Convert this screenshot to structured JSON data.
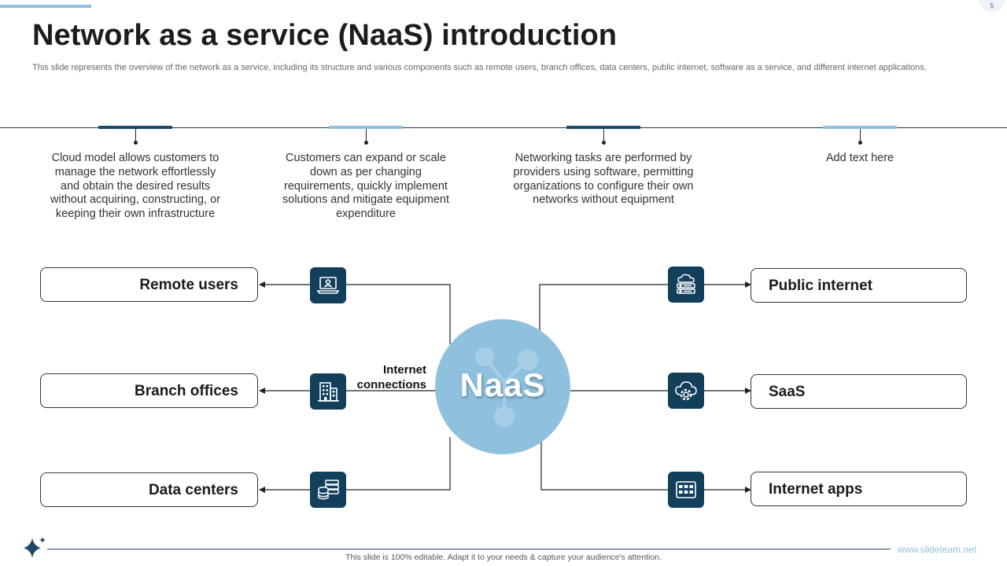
{
  "slide": {
    "page_number": "5",
    "title": "Network as a service (NaaS) introduction",
    "subtitle": "This slide represents the overview of the network as a service, including its structure and various components such as remote users, branch offices, data centers, public internet, software as a service, and different internet applications."
  },
  "timeline": {
    "items": [
      {
        "text": "Cloud model allows customers to manage the network effortlessly and obtain the desired results without acquiring, constructing, or keeping their own infrastructure",
        "accent": "#1b4a66"
      },
      {
        "text": "Customers can expand or scale down as per changing requirements, quickly implement solutions and mitigate equipment expenditure",
        "accent": "#8fc1de"
      },
      {
        "text": "Networking tasks are performed by providers using software, permitting organizations to configure their own networks without equipment",
        "accent": "#1b4a66"
      },
      {
        "text": "Add text here",
        "accent": "#8fc1de"
      }
    ]
  },
  "diagram": {
    "hub_label": "NaaS",
    "connection_label": "Internet connections",
    "left_nodes": [
      {
        "label": "Remote users",
        "icon": "laptop-user-icon"
      },
      {
        "label": "Branch offices",
        "icon": "office-building-icon"
      },
      {
        "label": "Data centers",
        "icon": "database-server-icon"
      }
    ],
    "right_nodes": [
      {
        "label": "Public internet",
        "icon": "cloud-server-icon"
      },
      {
        "label": "SaaS",
        "icon": "cloud-gear-icon"
      },
      {
        "label": "Internet apps",
        "icon": "app-grid-icon"
      }
    ]
  },
  "footer": {
    "website": "www.slideteam.net",
    "note": "This slide is 100% editable.  Adapt it to your needs & capture your audience's attention."
  },
  "colors": {
    "primary": "#123f5c",
    "accent": "#8fc1de",
    "hub": "#8fc1de"
  }
}
